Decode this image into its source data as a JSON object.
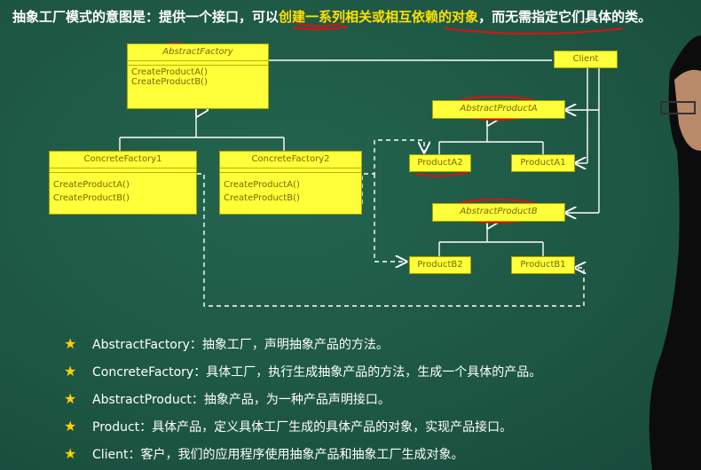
{
  "intro": {
    "part1": "抽象工厂模式的意图是：提供一个",
    "part2": "接口",
    "part3": "，可以",
    "part4": "创建一系列相关或相互依赖的对象",
    "part5": "，而无需指定它们具体的类。"
  },
  "diagram": {
    "abstract_factory": {
      "title": "AbstractFactory",
      "ops": [
        "CreateProductA()",
        "CreateProductB()"
      ]
    },
    "client": {
      "title": "Client"
    },
    "abstract_product_a": {
      "title": "AbstractProductA"
    },
    "abstract_product_b": {
      "title": "AbstractProductB"
    },
    "concrete_factory_1": {
      "title": "ConcreteFactory1",
      "ops": [
        "CreateProductA()",
        "CreateProductB()"
      ]
    },
    "concrete_factory_2": {
      "title": "ConcreteFactory2",
      "ops": [
        "CreateProductA()",
        "CreateProductB()"
      ]
    },
    "product_a2": "ProductA2",
    "product_a1": "ProductA1",
    "product_b2": "ProductB2",
    "product_b1": "ProductB1"
  },
  "legend": [
    "AbstractFactory：抽象工厂，声明抽象产品的方法。",
    "ConcreteFactory：具体工厂，执行生成抽象产品的方法，生成一个具体的产品。",
    "AbstractProduct：抽象产品，为一种产品声明接口。",
    "Product：具体产品，定义具体工厂生成的具体产品的对象，实现产品接口。",
    "Client：客户，我们的应用程序使用抽象产品和抽象工厂生成对象。"
  ],
  "colors": {
    "board": "#1f5a47",
    "box_fill": "#ffff3a",
    "highlight_text": "#ffe000",
    "annotation": "#e01010"
  }
}
